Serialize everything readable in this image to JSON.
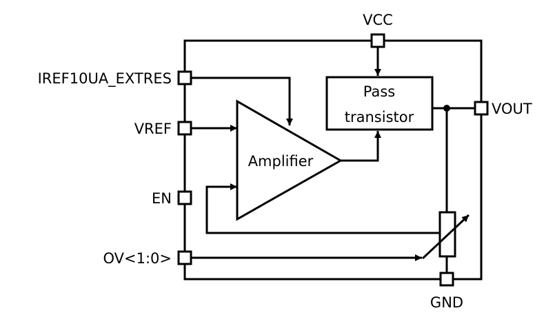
{
  "pins": {
    "vcc": "VCC",
    "iref": "IREF10UA_EXTRES",
    "vref": "VREF",
    "en": "EN",
    "ov": "OV<1:0>",
    "vout": "VOUT",
    "gnd": "GND"
  },
  "blocks": {
    "pass_line1": "Pass",
    "pass_line2": "transistor",
    "amplifier": "Amplifier"
  }
}
